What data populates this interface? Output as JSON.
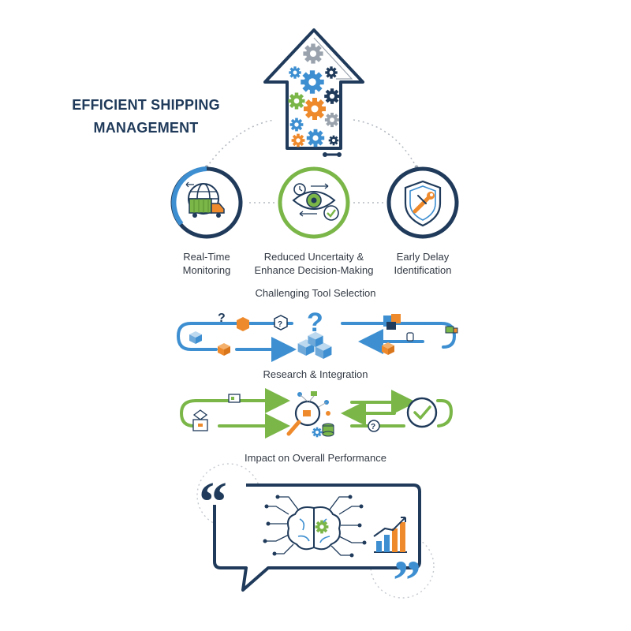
{
  "title": {
    "line1": "EFFICIENT SHIPPING",
    "line2": "MANAGEMENT"
  },
  "features": [
    {
      "line1": "Real-Time",
      "line2": "Monitoring",
      "icon": "globe-truck-icon"
    },
    {
      "line1": "Reduced Uncertaity &",
      "line2": "Enhance Decision-Making",
      "icon": "eye-check-icon"
    },
    {
      "line1": "Early Delay",
      "line2": "Identification",
      "icon": "shield-wrench-icon"
    }
  ],
  "sections": {
    "tool_selection": "Challenging Tool Selection",
    "research": "Research & Integration",
    "impact": "Impact on Overall Performance"
  },
  "colors": {
    "navy": "#1f3a5a",
    "blue": "#3d8fd1",
    "green": "#7ab648",
    "orange": "#ef8a2c",
    "gray": "#9aa3ad"
  }
}
